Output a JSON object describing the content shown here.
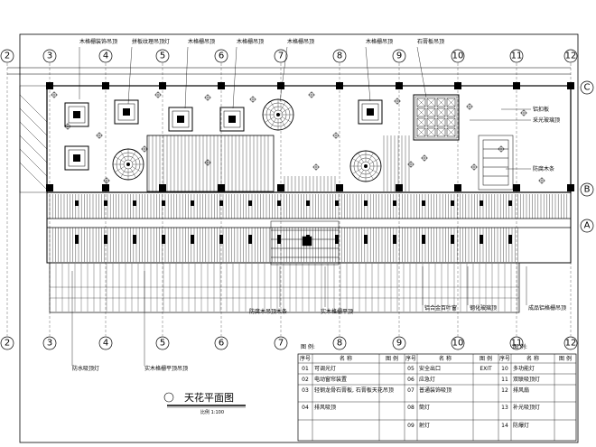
{
  "drawing": {
    "title": "天花平面图",
    "scale": "比例 1:100"
  },
  "grid_columns": [
    "2",
    "3",
    "4",
    "5",
    "6",
    "7",
    "8",
    "9",
    "10",
    "11",
    "12"
  ],
  "grid_rows": [
    "C",
    "B",
    "A"
  ],
  "top_annotations": [
    "木格栅装饰吊顶",
    "拼板纹理吊顶灯",
    "木格栅吊顶",
    "木格栅吊顶",
    "木格栅吊顶",
    "木格栅吊顶",
    "石膏板吊顶"
  ],
  "right_annotations": [
    "铝扣板",
    "采光玻璃顶",
    "防腐木条"
  ],
  "bottom_annotations": [
    "防腐木吊顶木条",
    "实木格栅平顶",
    "铝合金百叶窗",
    "钢化玻璃顶",
    "成品铝格栅吊顶"
  ],
  "lower_left_annotations": [
    "防水吸顶灯",
    "实木格栅平顶吊顶"
  ],
  "legend": {
    "heading_left": "图 例:",
    "heading_right": "图 例:",
    "col_headers": [
      "序号",
      "名 称",
      "图 例",
      "序号",
      "名 称",
      "图 例",
      "序号",
      "名 称",
      "图 例"
    ],
    "rows": [
      [
        "01",
        "可调光灯",
        "05",
        "安全出口",
        "EXIT",
        "10",
        "多功能灯",
        ""
      ],
      [
        "02",
        "电动窗帘装置",
        "06",
        "应急灯",
        "",
        "11",
        "双联吸顶灯",
        ""
      ],
      [
        "03",
        "轻钢龙骨石膏板, 石膏板天花吊顶",
        "07",
        "普通装饰吸顶",
        "",
        "12",
        "排风扇",
        ""
      ],
      [
        "04",
        "排风吸顶",
        "08",
        "筒灯",
        "",
        "13",
        "补光吸顶灯",
        ""
      ],
      [
        "",
        "",
        "09",
        "射灯",
        "",
        "14",
        "防爆灯",
        ""
      ]
    ]
  }
}
